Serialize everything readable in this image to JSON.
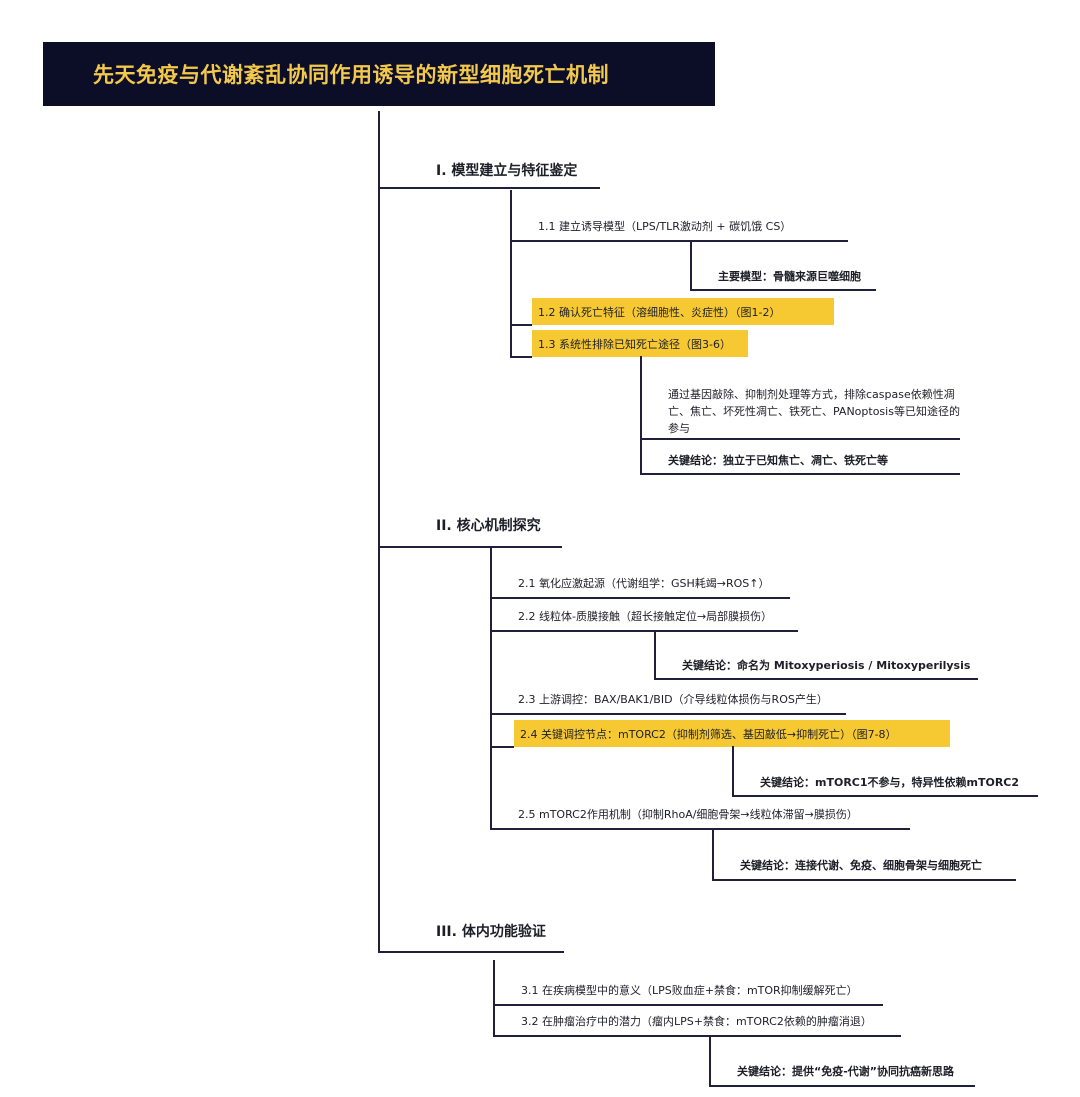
{
  "title": "先天免疫与代谢紊乱协同作用诱导的新型细胞死亡机制",
  "colors": {
    "title_bg": "#0c0d26",
    "title_text": "#f2c94c",
    "highlight": "#f6c933",
    "line": "#20203a"
  },
  "sections": [
    {
      "heading": "I. 模型建立与特征鉴定",
      "items": [
        {
          "label": "1.1 建立诱导模型（LPS/TLR激动剂 + 碳饥饿 CS）",
          "highlighted": false
        },
        {
          "label": "主要模型：骨髓来源巨噬细胞",
          "highlighted": false
        },
        {
          "label": "1.2 确认死亡特征（溶细胞性、炎症性）（图1-2）",
          "highlighted": true
        },
        {
          "label": "1.3 系统性排除已知死亡途径（图3-6）",
          "highlighted": true
        },
        {
          "label": "通过基因敲除、抑制剂处理等方式，排除caspase依赖性凋亡、焦亡、坏死性凋亡、铁死亡、PANoptosis等已知途径的参与",
          "highlighted": false
        },
        {
          "label": "关键结论：独立于已知焦亡、凋亡、铁死亡等",
          "highlighted": false
        }
      ]
    },
    {
      "heading": "II. 核心机制探究",
      "items": [
        {
          "label": "2.1 氧化应激起源（代谢组学：GSH耗竭→ROS↑）",
          "highlighted": false
        },
        {
          "label": "2.2 线粒体-质膜接触（超长接触定位→局部膜损伤）",
          "highlighted": false
        },
        {
          "label": "关键结论：命名为 Mitoxyperiosis / Mitoxyperilysis",
          "highlighted": false
        },
        {
          "label": "2.3 上游调控：BAX/BAK1/BID（介导线粒体损伤与ROS产生）",
          "highlighted": false
        },
        {
          "label": "2.4 关键调控节点：mTORC2（抑制剂筛选、基因敲低→抑制死亡）（图7-8）",
          "highlighted": true
        },
        {
          "label": "关键结论：mTORC1不参与，特异性依赖mTORC2",
          "highlighted": false
        },
        {
          "label": "2.5 mTORC2作用机制（抑制RhoA/细胞骨架→线粒体滞留→膜损伤）",
          "highlighted": false
        },
        {
          "label": "关键结论：连接代谢、免疫、细胞骨架与细胞死亡",
          "highlighted": false
        }
      ]
    },
    {
      "heading": "III. 体内功能验证",
      "items": [
        {
          "label": "3.1 在疾病模型中的意义（LPS败血症+禁食：mTOR抑制缓解死亡）",
          "highlighted": false
        },
        {
          "label": "3.2 在肿瘤治疗中的潜力（瘤内LPS+禁食：mTORC2依赖的肿瘤消退）",
          "highlighted": false
        },
        {
          "label": "关键结论：提供“免疫-代谢”协同抗癌新思路",
          "highlighted": false
        }
      ]
    }
  ]
}
